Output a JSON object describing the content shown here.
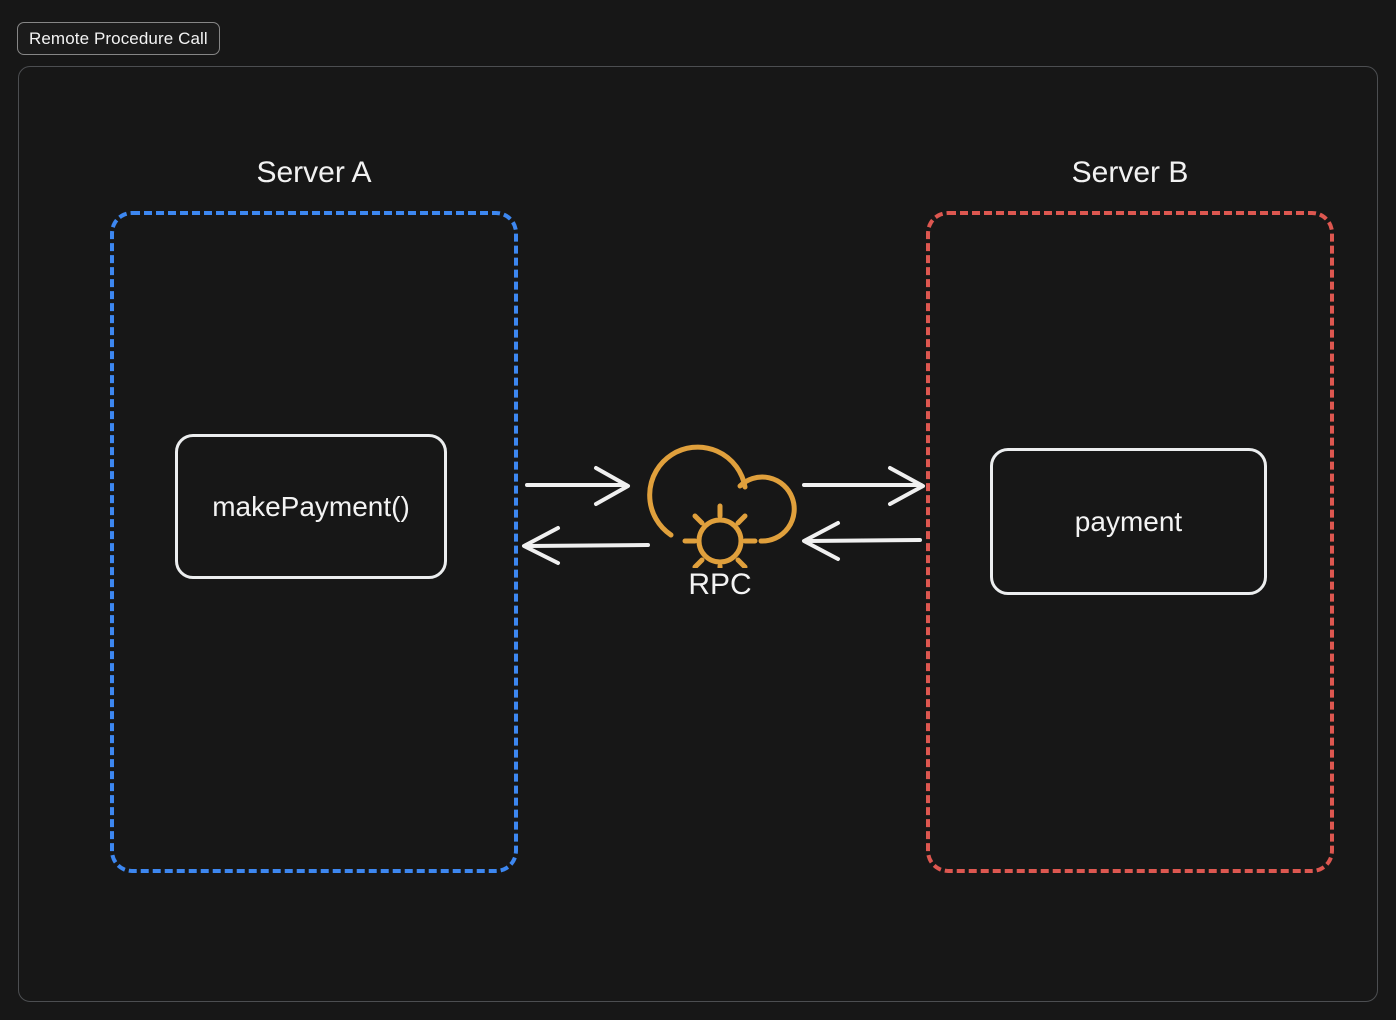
{
  "page": {
    "background_color": "#171717",
    "frame_border_color": "#4c4e51"
  },
  "title_badge": {
    "label": "Remote Procedure Call",
    "border_color": "#868686",
    "text_color": "#f3f3f3"
  },
  "groups": [
    {
      "id": "server-a",
      "label": "Server A",
      "border_color": "#3d87f0",
      "border_style": "dashed"
    },
    {
      "id": "server-b",
      "label": "Server B",
      "border_color": "#dd5750",
      "border_style": "dashed"
    }
  ],
  "nodes": [
    {
      "id": "make-payment",
      "label": "makePayment()",
      "group": "server-a",
      "border_color": "#eceeef",
      "text_color": "#f3f3f3"
    },
    {
      "id": "payment",
      "label": "payment",
      "group": "server-b",
      "border_color": "#eceeef",
      "text_color": "#f3f3f3"
    }
  ],
  "rpc": {
    "label": "RPC",
    "icon": "cloud-sun-icon",
    "icon_color": "#e0a03c",
    "text_color": "#f3f3f3"
  },
  "arrows": [
    {
      "id": "a-to-rpc",
      "direction": "right",
      "from": "server-a-edge",
      "to": "rpc",
      "color": "#f0f0f0"
    },
    {
      "id": "rpc-to-a",
      "direction": "left",
      "from": "rpc",
      "to": "server-a-edge",
      "color": "#f0f0f0"
    },
    {
      "id": "rpc-to-b",
      "direction": "right",
      "from": "rpc",
      "to": "server-b-edge",
      "color": "#f0f0f0"
    },
    {
      "id": "b-to-rpc",
      "direction": "left",
      "from": "server-b-edge",
      "to": "rpc",
      "color": "#f0f0f0"
    }
  ]
}
